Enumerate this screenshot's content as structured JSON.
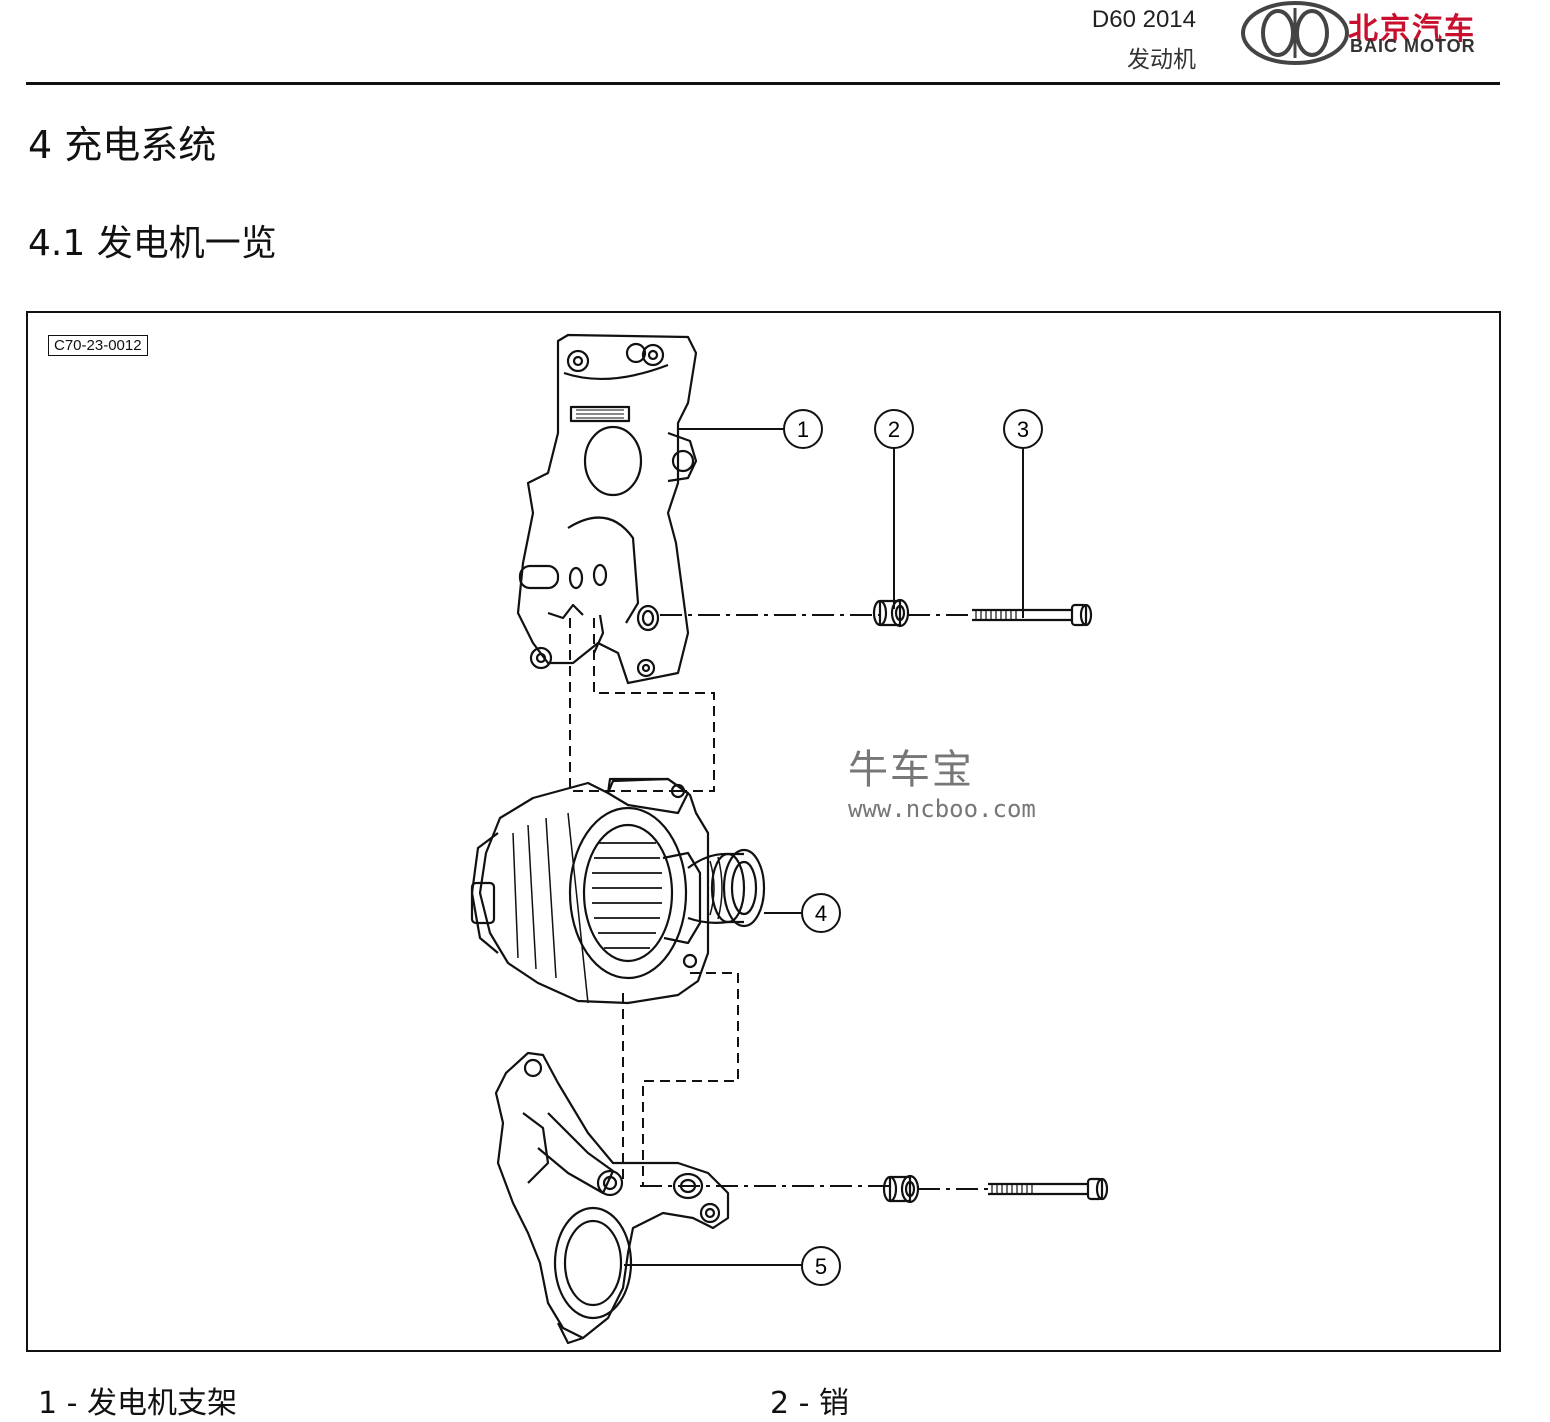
{
  "header": {
    "model": "D60 2014",
    "section": "发动机",
    "brand_cn": "北京汽车",
    "brand_en": "BAIC MOTOR"
  },
  "chapter_title": "4 充电系统",
  "section_title": "4.1 发电机一览",
  "figure": {
    "id": "C70-23-0012",
    "callouts": [
      "1",
      "2",
      "3",
      "4",
      "5"
    ],
    "watermark_cn": "牛车宝",
    "watermark_url": "www.ncboo.com"
  },
  "legend": [
    {
      "text": "1 - 发电机支架"
    },
    {
      "text": "2 - 销"
    }
  ],
  "colors": {
    "brand_red": "#c8102e",
    "line": "#111111"
  }
}
